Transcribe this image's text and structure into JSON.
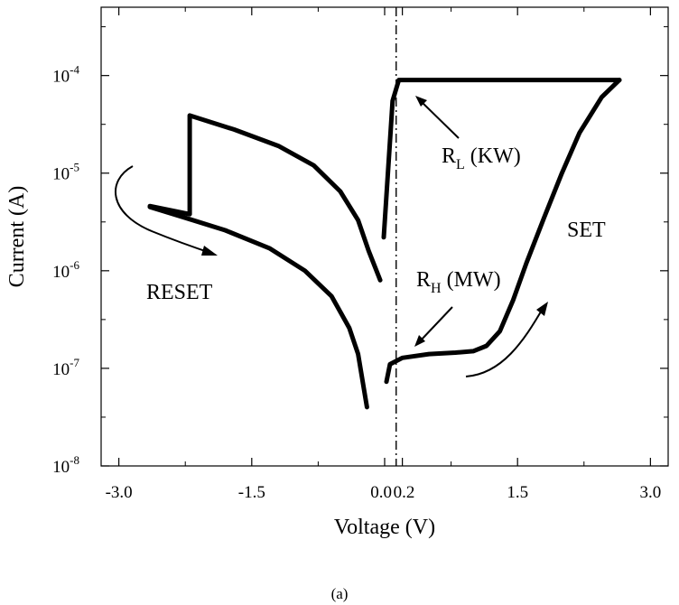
{
  "chart_data": {
    "type": "line",
    "title": "",
    "xlabel": "Voltage (V)",
    "ylabel": "Current (A)",
    "xlim": [
      -3.2,
      3.2
    ],
    "ylim_log10": [
      -8,
      -3.3
    ],
    "y_scale": "log",
    "x_ticks": [
      {
        "value": -3.0,
        "label": "-3.0"
      },
      {
        "value": -1.5,
        "label": "-1.5"
      },
      {
        "value": 0.0,
        "label": "0.0"
      },
      {
        "value": 0.2,
        "label": "0.2"
      },
      {
        "value": 1.5,
        "label": "1.5"
      },
      {
        "value": 3.0,
        "label": "3.0"
      }
    ],
    "y_ticks": [
      {
        "exp": -8,
        "base": "10",
        "sup": "-8"
      },
      {
        "exp": -7,
        "base": "10",
        "sup": "-7"
      },
      {
        "exp": -6,
        "base": "10",
        "sup": "-6"
      },
      {
        "exp": -5,
        "base": "10",
        "sup": "-5"
      },
      {
        "exp": -4,
        "base": "10",
        "sup": "-4"
      }
    ],
    "read_voltage_line": 0.13,
    "series": [
      {
        "points": [
          [
            -2.65,
            4.5e-06
          ],
          [
            -2.3,
            3.6e-06
          ],
          [
            -1.8,
            2.6e-06
          ],
          [
            -1.3,
            1.7e-06
          ],
          [
            -0.9,
            1e-06
          ],
          [
            -0.6,
            5.5e-07
          ],
          [
            -0.4,
            2.6e-07
          ],
          [
            -0.3,
            1.4e-07
          ],
          [
            -0.2,
            4e-08
          ]
        ]
      },
      {
        "points": [
          [
            -2.65,
            4.6e-06
          ],
          [
            -2.2,
            3.8e-06
          ],
          [
            -2.2,
            3.9e-05
          ],
          [
            -1.7,
            2.8e-05
          ],
          [
            -1.2,
            1.9e-05
          ],
          [
            -0.8,
            1.2e-05
          ],
          [
            -0.5,
            6.5e-06
          ],
          [
            -0.3,
            3.3e-06
          ],
          [
            -0.18,
            1.6e-06
          ],
          [
            -0.05,
            8e-07
          ]
        ]
      },
      {
        "points": [
          [
            0.02,
            7.3e-08
          ],
          [
            0.06,
            1.1e-07
          ],
          [
            0.2,
            1.28e-07
          ],
          [
            0.5,
            1.4e-07
          ],
          [
            0.8,
            1.45e-07
          ],
          [
            1.0,
            1.5e-07
          ],
          [
            1.15,
            1.7e-07
          ],
          [
            1.3,
            2.4e-07
          ],
          [
            1.45,
            5e-07
          ],
          [
            1.6,
            1.2e-06
          ],
          [
            1.8,
            3.5e-06
          ],
          [
            2.0,
            1e-05
          ],
          [
            2.2,
            2.6e-05
          ],
          [
            2.45,
            6e-05
          ],
          [
            2.65,
            9e-05
          ]
        ]
      },
      {
        "points": [
          [
            -0.01,
            2.2e-06
          ],
          [
            0.09,
            5.5e-05
          ],
          [
            0.16,
            9e-05
          ],
          [
            2.65,
            9e-05
          ]
        ]
      }
    ],
    "annotations": [
      {
        "text": "RESET"
      },
      {
        "text": "SET"
      },
      {
        "text": "R",
        "subscript": "L",
        "suffix": " (KW)"
      },
      {
        "text": "R",
        "subscript": "H",
        "suffix": " (MW)"
      }
    ],
    "caption": "(a)"
  }
}
